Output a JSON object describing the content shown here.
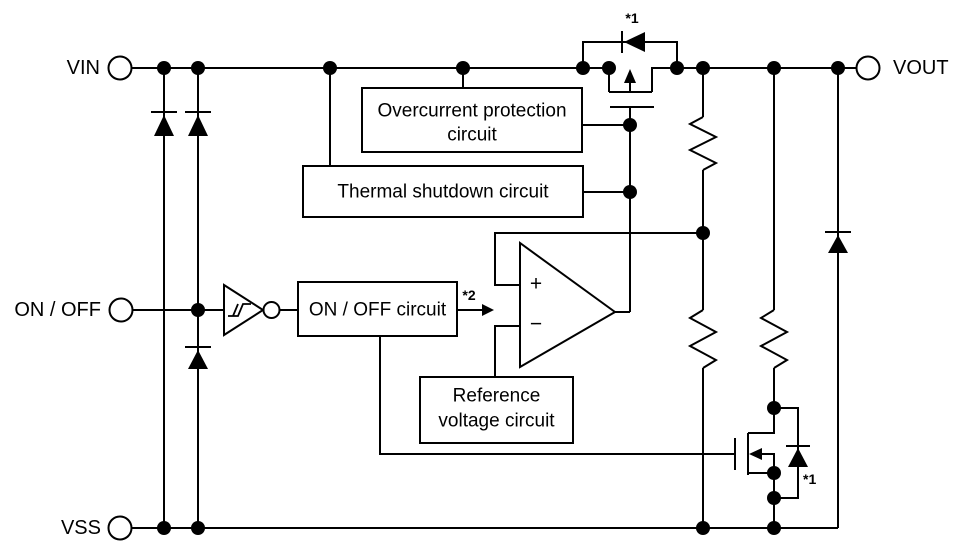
{
  "figure": {
    "description": "LDO regulator internal block diagram",
    "colors": {
      "line": "#000000",
      "background": "#ffffff",
      "text": "#000000"
    },
    "terminals": {
      "vin": "VIN",
      "vout": "VOUT",
      "on_off": "ON / OFF",
      "vss": "VSS"
    },
    "blocks": {
      "overcurrent": {
        "line1": "Overcurrent protection",
        "line2": "circuit"
      },
      "thermal": {
        "label": "Thermal shutdown circuit"
      },
      "on_off_circuit": {
        "label": "ON / OFF circuit"
      },
      "reference": {
        "line1": "Reference",
        "line2": "voltage circuit"
      }
    },
    "opamp": {
      "plus": "+",
      "minus": "−"
    },
    "footnotes": {
      "f1": "*1",
      "f2": "*2"
    }
  }
}
